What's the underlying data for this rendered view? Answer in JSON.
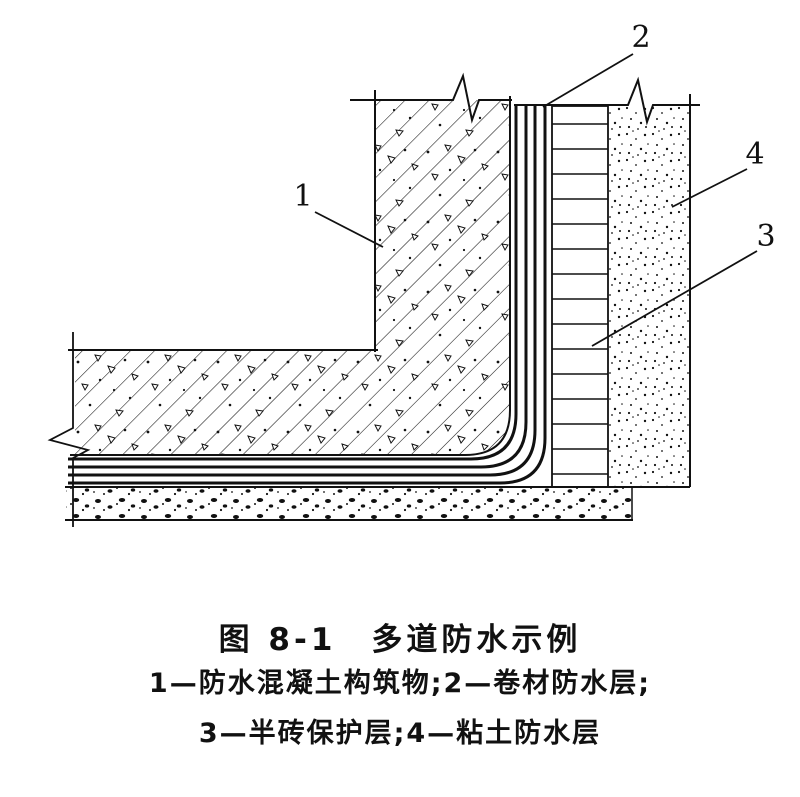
{
  "figure": {
    "caption": "图 8-1　多道防水示例",
    "legend": {
      "line1": "1—防水混凝土构筑物;2—卷材防水层;",
      "line2": "3—半砖保护层;4—粘土防水层"
    },
    "labels": {
      "n1": "1",
      "n2": "2",
      "n3": "3",
      "n4": "4"
    },
    "parts": {
      "p1": "防水混凝土构筑物",
      "p2": "卷材防水层",
      "p3": "半砖保护层",
      "p4": "粘土防水层"
    }
  },
  "colors": {
    "ink": "#111111",
    "paper": "#ffffff"
  }
}
